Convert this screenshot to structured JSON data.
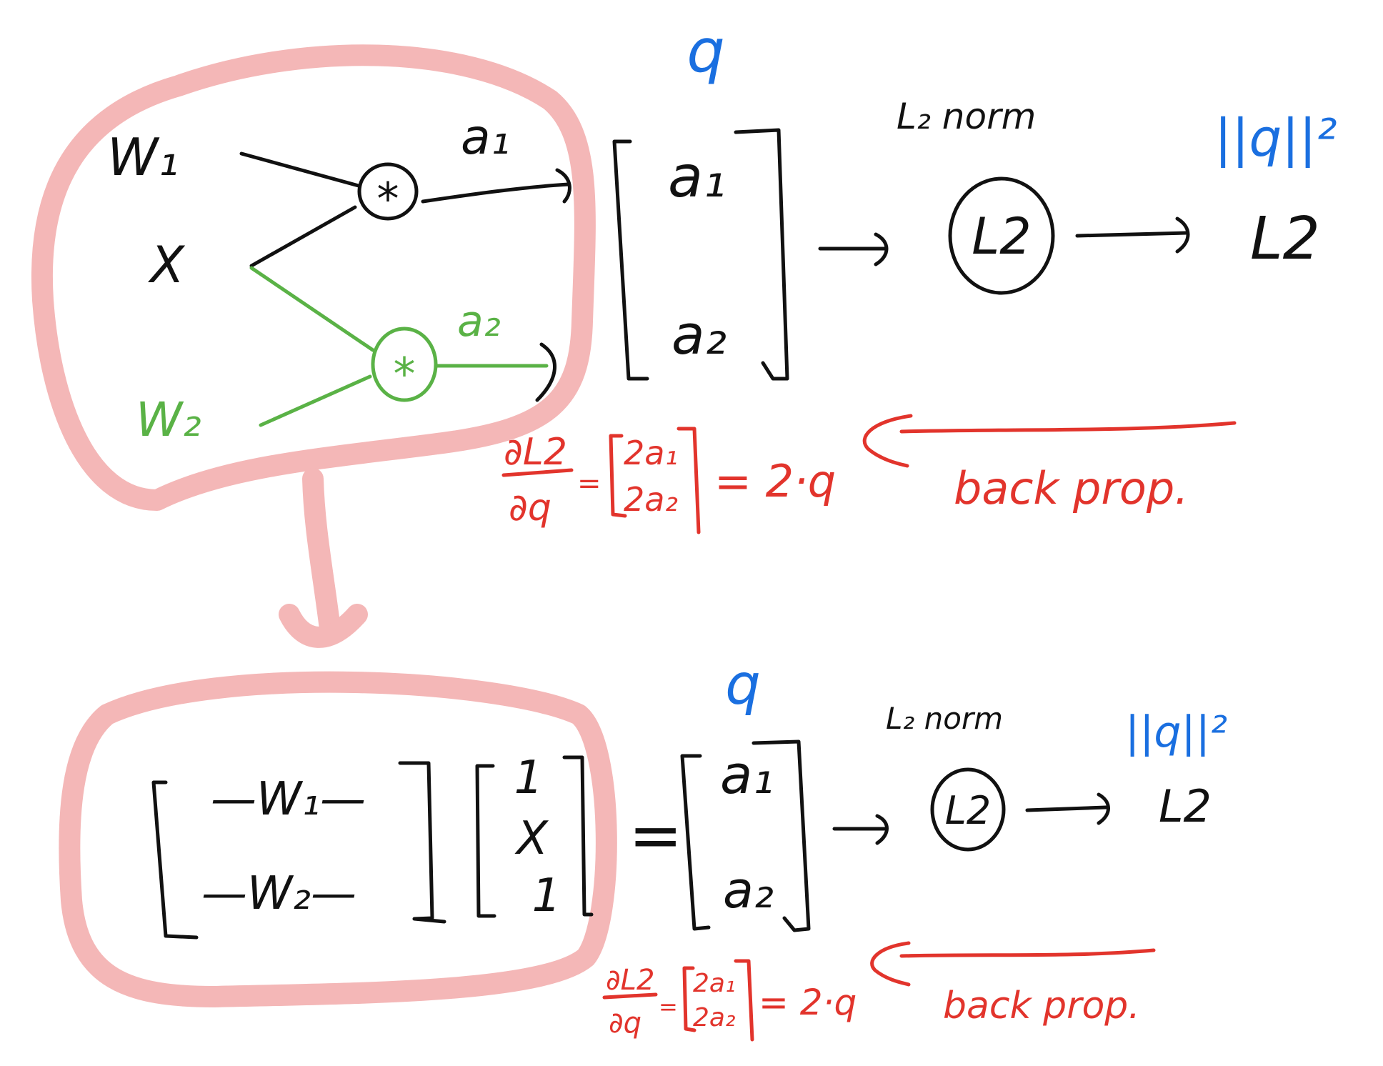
{
  "top": {
    "input_w1": "W₁",
    "input_x": "X",
    "input_w2": "W₂",
    "edge_a1": "a₁",
    "edge_a2": "a₂",
    "node_mult_1": "*",
    "node_mult_2": "*",
    "vector_label_q": "q",
    "vector_entry_1": "a₁",
    "vector_entry_2": "a₂",
    "norm_label": "L₂ norm",
    "norm_node": "L2",
    "norm_result_label": "||q||²",
    "output": "L2",
    "grad_num": "∂L2",
    "grad_den": "∂q",
    "grad_eq": "=",
    "grad_entry_1": "2a₁",
    "grad_entry_2": "2a₂",
    "grad_result": "= 2·q",
    "backprop": "back prop."
  },
  "bottom": {
    "matrix_row_1": "—W₁—",
    "matrix_row_2": "—W₂—",
    "vec_entry_1": "1",
    "vec_entry_2": "X",
    "vec_entry_3": "1",
    "eq": "=",
    "vector_label_q": "q",
    "vector_entry_1": "a₁",
    "vector_entry_2": "a₂",
    "norm_label": "L₂ norm",
    "norm_node": "L2",
    "norm_result_label": "||q||²",
    "output": "L2",
    "grad_num": "∂L2",
    "grad_den": "∂q",
    "grad_eq": "=",
    "grad_entry_1": "2a₁",
    "grad_entry_2": "2a₂",
    "grad_result": "= 2·q",
    "backprop": "back prop."
  },
  "colors": {
    "ink": "#111111",
    "blue": "#1a6fe0",
    "green": "#5ab246",
    "red": "#e2342c",
    "highlight": "#f4b7b7"
  }
}
